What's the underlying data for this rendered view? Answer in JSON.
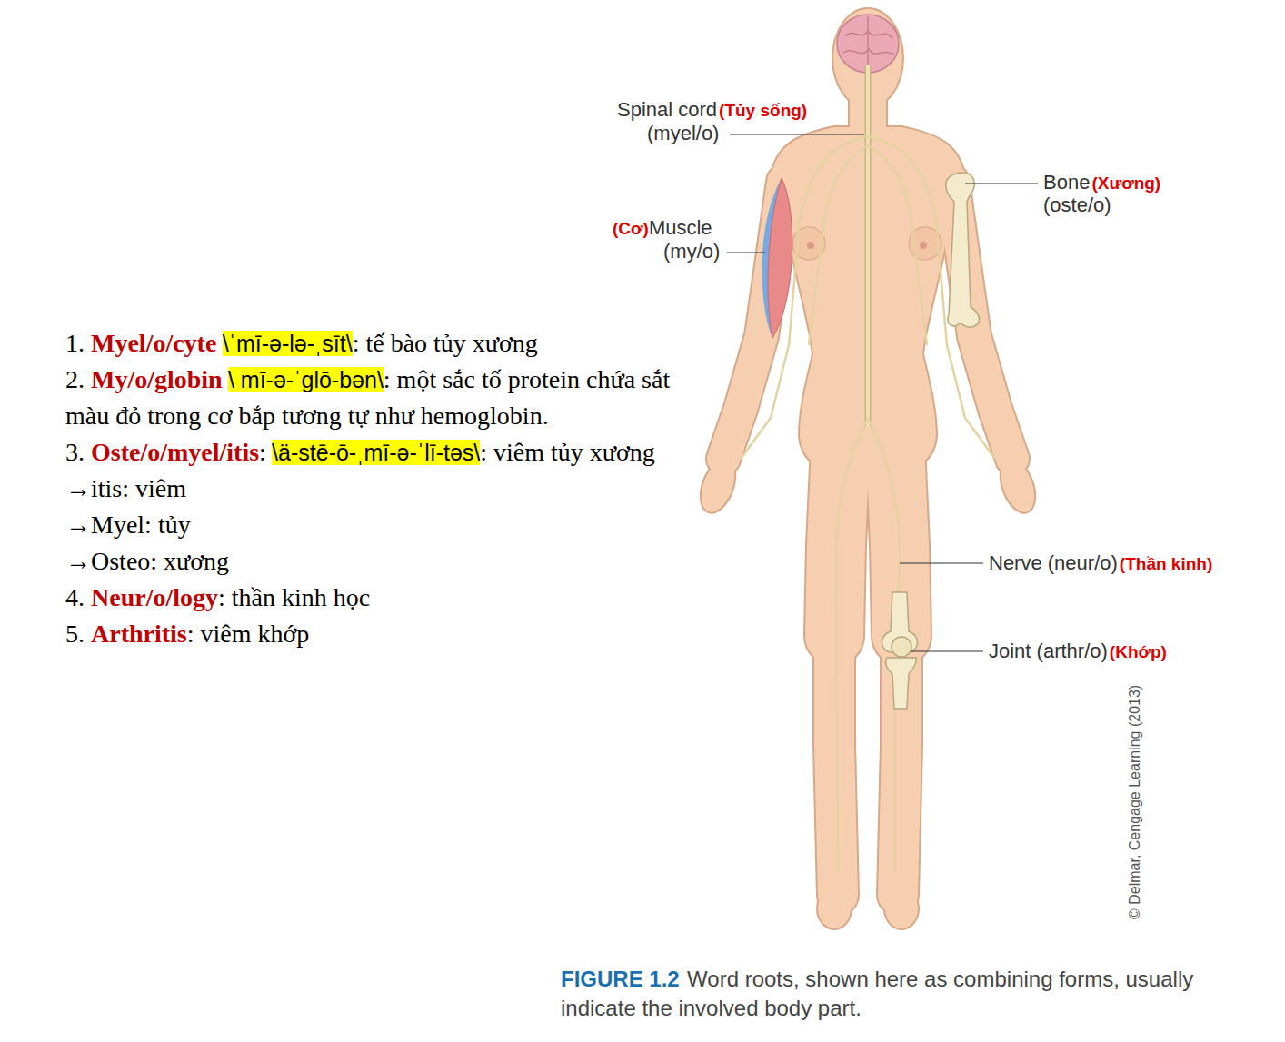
{
  "diagram": {
    "caption": "Word roots, shown here as combining forms, usually indicate the involved body part.",
    "labels": [
      "Spinal cord",
      "(Tủy sống)",
      "(myel/o)",
      "Bone",
      "(Xương)",
      "(oste/o)",
      "(Cơ)",
      "Muscle",
      "(my/o)",
      "1.",
      "Myel/o/cyte",
      "\\ˈmī-ə-lə-ˌsīt\\",
      ": tế bào tủy xương",
      "2.",
      "My/o/globin",
      "\\ mī-ə-ˈglō-bən\\",
      ": một sắc tố protein chứa sắt màu đỏ trong cơ bắp tương tự như hemoglobin.",
      "3.",
      "Oste/o/myel/itis",
      ":",
      "\\ä-stē-ō-ˌmī-ə-ˈlī-təs\\",
      ": viêm tủy xương",
      "→itis: viêm",
      "→Myel: tủy",
      "→Osteo: xương",
      "4.",
      "Neur/o/logy",
      ": thần kinh học",
      "5.",
      "Arthritis",
      ": viêm khớp",
      "Nerve (neur/o)",
      "(Thần kinh)",
      "Joint (arthr/o)",
      "(Khớp)",
      "© Delmar, Cengage Learning (2013)",
      "FIGURE 1.2"
    ]
  }
}
